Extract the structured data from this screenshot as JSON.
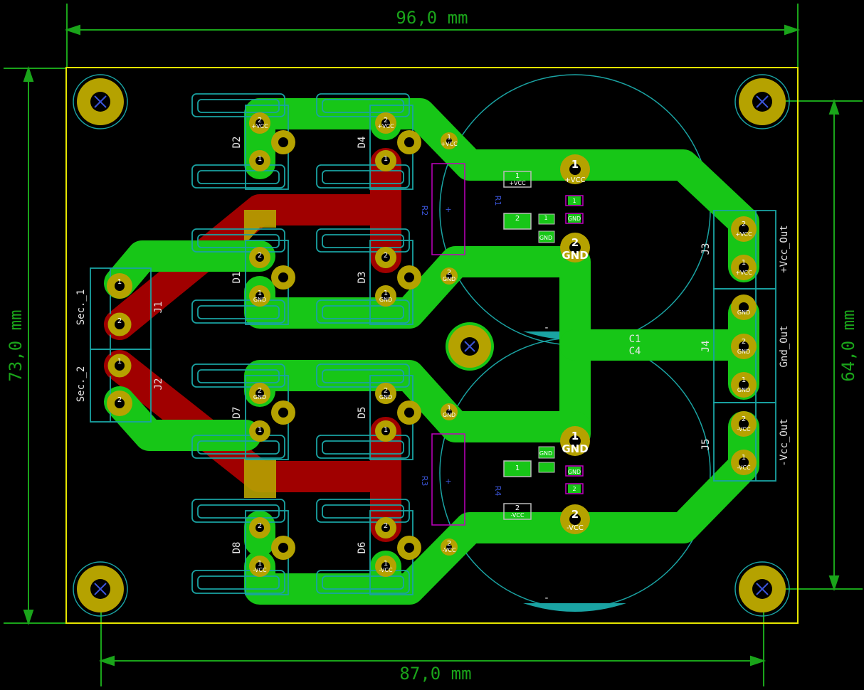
{
  "dimensions": {
    "top": "96,0 mm",
    "bottom": "87,0 mm",
    "left": "73,0 mm",
    "right": "64,0 mm"
  },
  "refs": {
    "d1": "D1",
    "d2": "D2",
    "d3": "D3",
    "d4": "D4",
    "d5": "D5",
    "d6": "D6",
    "d7": "D7",
    "d8": "D8",
    "j1": "J1",
    "j2": "J2",
    "j3": "J3",
    "j4": "J4",
    "j5": "J5",
    "c1": "C1",
    "c4": "C4",
    "r1": "R1",
    "r2": "R2",
    "r3": "R3",
    "r4": "R4"
  },
  "values": {
    "sec1": "Sec._1",
    "sec2": "Sec._2",
    "vcc_out": "+Vcc_Out",
    "gnd_out": "Gnd_Out",
    "vcc_neg_out": "-Vcc_Out"
  },
  "nets": {
    "vcc": "+VCC",
    "gnd": "GND",
    "neg_vcc": "-VCC",
    "minus": "-",
    "plus": "+"
  },
  "pins": {
    "p1": "1",
    "p2": "2"
  },
  "colors": {
    "background": "#000000",
    "front_copper": "#17c617",
    "back_copper": "#a00000",
    "edge_cuts": "#e6e600",
    "dimension": "#1aa41a",
    "pad": "#b5a200",
    "courtyard": "#1aa3a3",
    "fab": "#3b55d8",
    "silkscreen": "#e6e6e6"
  }
}
